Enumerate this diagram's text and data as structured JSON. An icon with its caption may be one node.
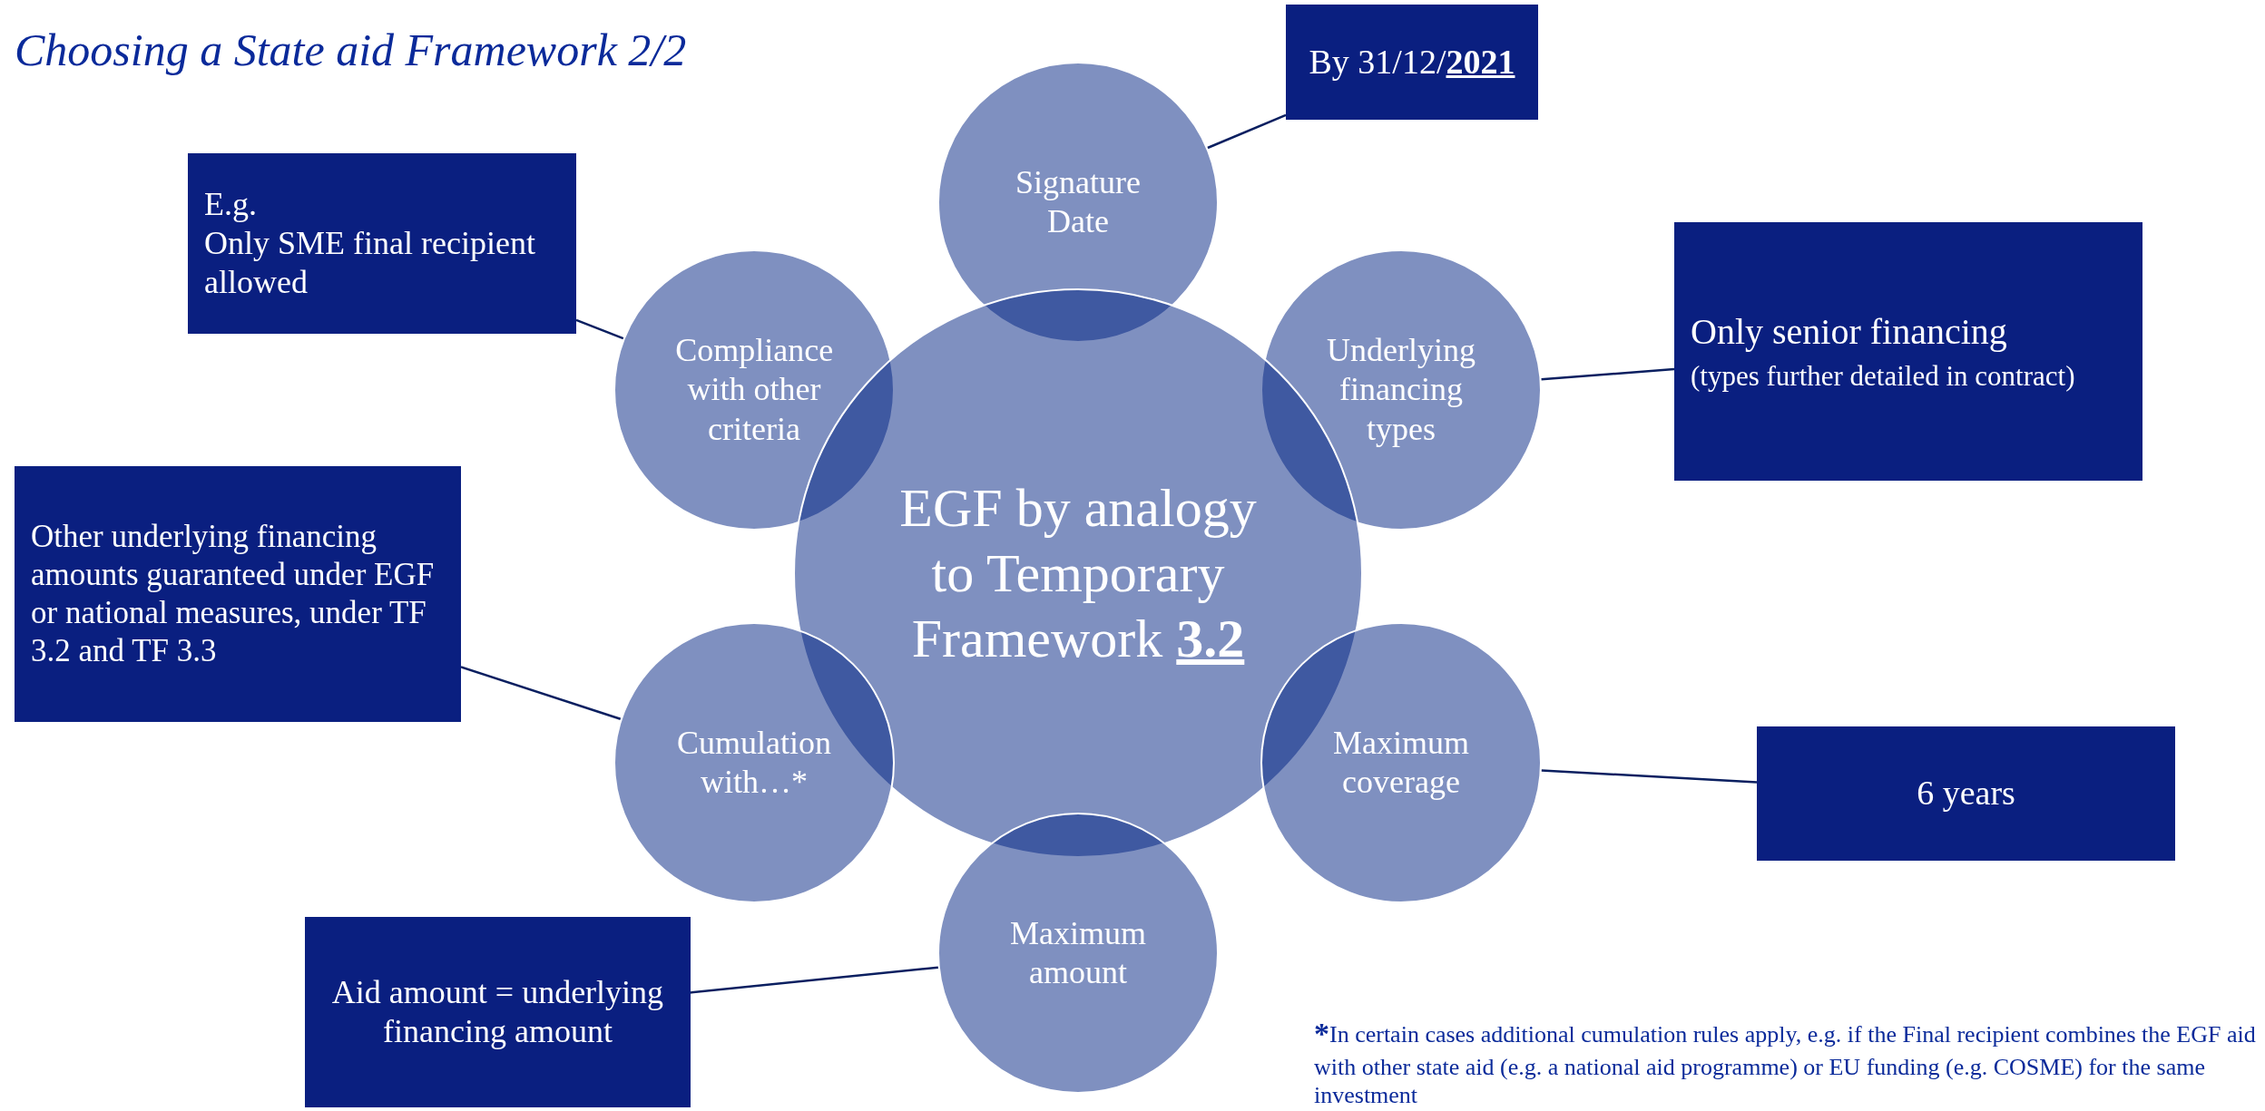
{
  "diagram": {
    "title": "Choosing a State aid Framework 2/2",
    "nodes": [
      {
        "text": [
          "Signature Date"
        ]
      },
      {
        "text": [
          "By 31/12/**2021**"
        ]
      },
      {
        "text": [
          "E.g.",
          "Only SME final recipient allowed"
        ]
      },
      {
        "text": [
          "Compliance with other criteria"
        ]
      },
      {
        "text": [
          "Underlying financing types"
        ]
      },
      {
        "text": [
          "Only senior financing",
          "(types further detailed in contract)"
        ]
      },
      {
        "text": [
          "EGF by analogy to Temporary Framework **3.2**"
        ]
      },
      {
        "text": [
          "Other underlying financing amounts guaranteed under EGF or national measures, under TF 3.2 and TF 3.3"
        ]
      },
      {
        "text": [
          "Cumulation with…*"
        ]
      },
      {
        "text": [
          "Maximum coverage"
        ]
      },
      {
        "text": [
          "6 years"
        ]
      },
      {
        "text": [
          "Aid amount = underlying financing amount"
        ]
      },
      {
        "text": [
          "Maximum amount"
        ]
      }
    ],
    "edges": [
      {
        "from": 1,
        "to": 0,
        "arrow": "none"
      },
      {
        "from": 2,
        "to": 3,
        "arrow": "none"
      },
      {
        "from": 5,
        "to": 4,
        "arrow": "none"
      },
      {
        "from": 7,
        "to": 8,
        "arrow": "none"
      },
      {
        "from": 10,
        "to": 9,
        "arrow": "none"
      },
      {
        "from": 11,
        "to": 12,
        "arrow": "none"
      }
    ],
    "labels": [
      "$^{*}$In certain cases additional cumulation rules apply, e.g. if the Final recipient combines the EGF aid with other state aid (e.g. a national aid programme) or EU funding (e.g. COSME) for the same investment"
    ]
  }
}
